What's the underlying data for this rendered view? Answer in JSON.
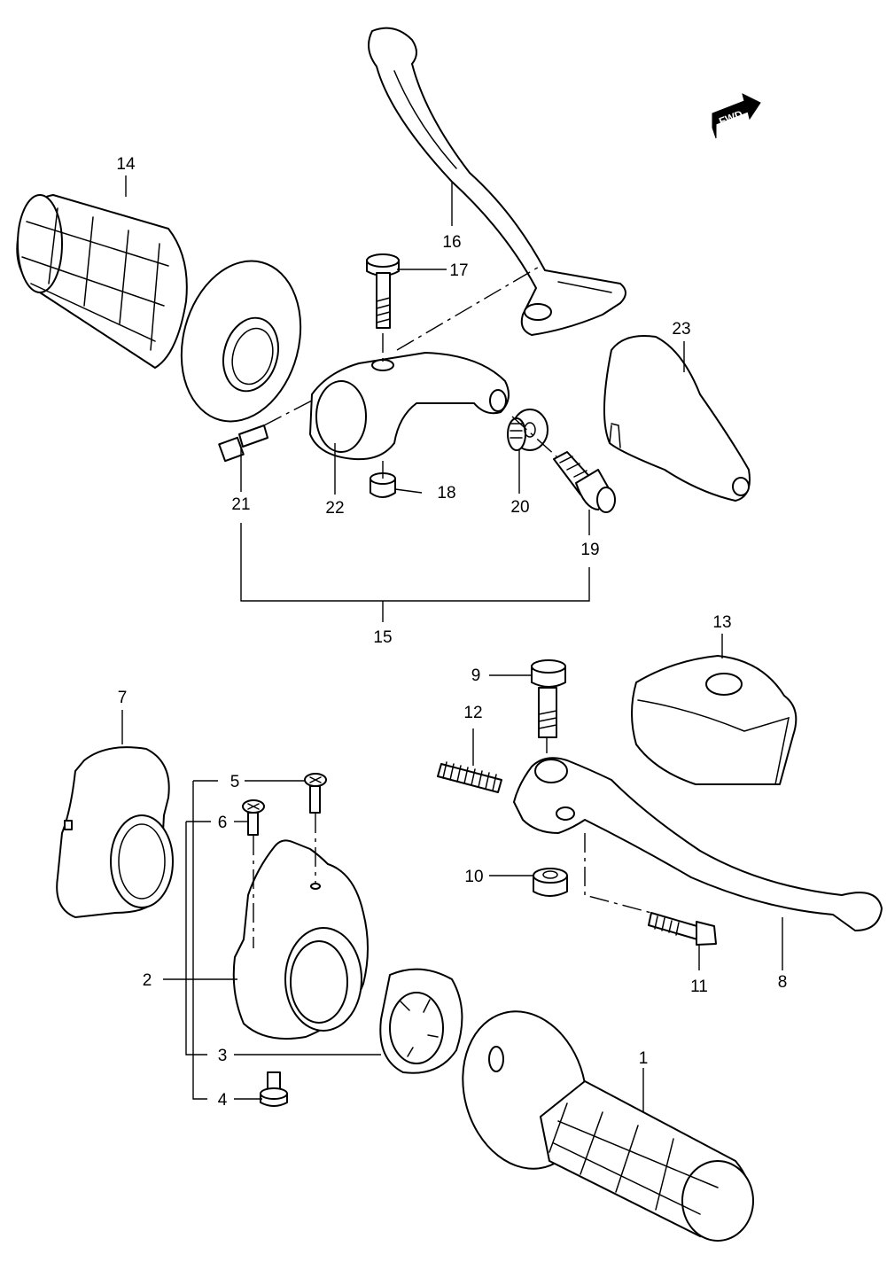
{
  "diagram": {
    "direction_badge": {
      "text": "FWD",
      "icon": "fwd-arrow-icon"
    },
    "callouts": {
      "c1": "1",
      "c2": "2",
      "c3": "3",
      "c4": "4",
      "c5": "5",
      "c6": "6",
      "c7": "7",
      "c8": "8",
      "c9": "9",
      "c10": "10",
      "c11": "11",
      "c12": "12",
      "c13": "13",
      "c14": "14",
      "c15": "15",
      "c16": "16",
      "c17": "17",
      "c18": "18",
      "c19": "19",
      "c20": "20",
      "c21": "21",
      "c22": "22",
      "c23": "23"
    }
  }
}
